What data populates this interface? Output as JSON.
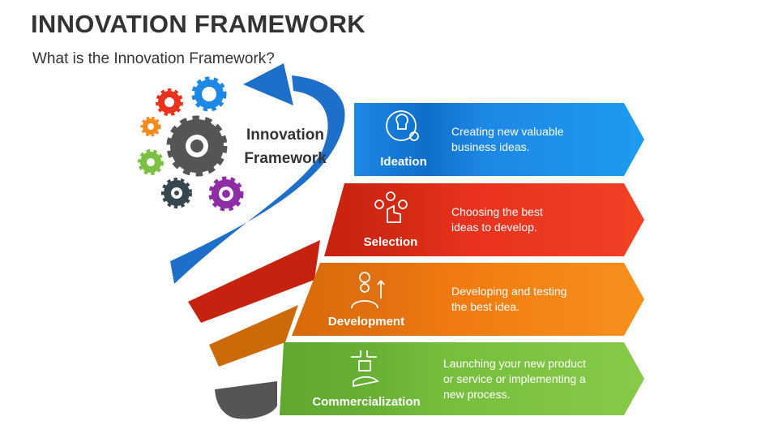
{
  "slide": {
    "title": "INNOVATION FRAMEWORK",
    "subtitle": "What is the Innovation Framework?"
  },
  "center_label": {
    "line1": "Innovation",
    "line2": "Framework"
  },
  "stages": [
    {
      "label": "Ideation",
      "description_lines": [
        "Creating new valuable",
        "business ideas."
      ],
      "color": "#1E88E5",
      "icon": "lightbulb-gear-icon"
    },
    {
      "label": "Selection",
      "description_lines": [
        "Choosing the best",
        "ideas to develop."
      ],
      "color": "#E8321E",
      "icon": "hand-select-icon"
    },
    {
      "label": "Development",
      "description_lines": [
        "Developing and testing",
        "the best idea."
      ],
      "color": "#F07A10",
      "icon": "developer-gear-icon"
    },
    {
      "label": "Commercialization",
      "description_lines": [
        "Launching your new product",
        "or service or implementing a",
        "new process."
      ],
      "color": "#77BE3D",
      "icon": "hand-circuit-icon"
    }
  ],
  "gear_colors": [
    "#E8321E",
    "#1E88E5",
    "#F58A1F",
    "#555555",
    "#7AC143",
    "#37474F",
    "#8E2DA4"
  ]
}
